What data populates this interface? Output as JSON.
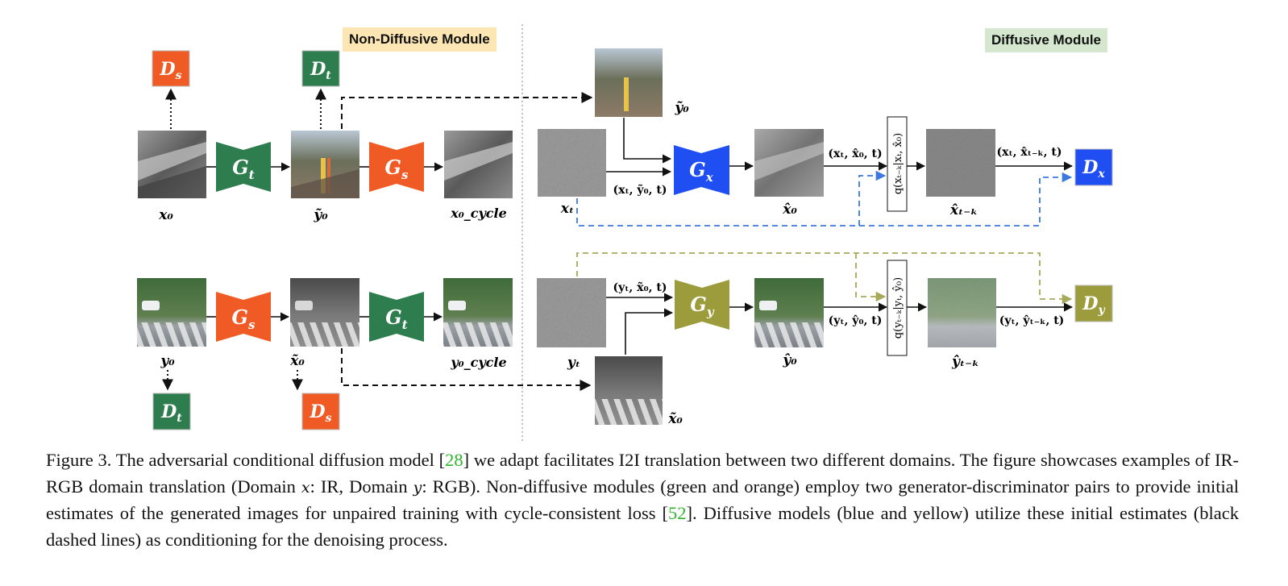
{
  "headers": {
    "non_diffusive": "Non-Diffusive Module",
    "diffusive": "Diffusive Module"
  },
  "colors": {
    "green": "#2e7d4f",
    "orange": "#f05a24",
    "blue": "#1f4ff2",
    "olive": "#9c9c3c",
    "non_diffusive_bg": "#fbe6b4",
    "diffusive_bg": "#d5e8cf",
    "blue_dash": "#3b78e0",
    "olive_dash": "#a8aa5a"
  },
  "generators": {
    "gt": "G",
    "gt_sub": "t",
    "gs": "G",
    "gs_sub": "s",
    "gx": "G",
    "gx_sub": "x",
    "gy": "G",
    "gy_sub": "y"
  },
  "discriminators": {
    "ds": "D",
    "ds_sub": "s",
    "dt": "D",
    "dt_sub": "t",
    "dx": "D",
    "dx_sub": "x",
    "dy": "D",
    "dy_sub": "y"
  },
  "labels": {
    "x0": "x₀",
    "y0_tilde": "ỹ₀",
    "x0_cycle": "x₀_cycle",
    "y0": "y₀",
    "x0_tilde": "x̃₀",
    "y0_cycle": "y₀_cycle",
    "xt": "xₜ",
    "yt": "yₜ",
    "x0_hat": "x̂₀",
    "y0_hat": "ŷ₀",
    "xtk_hat": "x̂ₜ₋ₖ",
    "ytk_hat": "ŷₜ₋ₖ",
    "y0_tilde_side": "ỹ₀",
    "x0_tilde_side": "x̃₀",
    "tuple_x_in": "(xₜ, ỹ₀, t)",
    "tuple_x_mid": "(xₜ, x̂₀, t)",
    "tuple_x_out": "(xₜ, x̂ₜ₋ₖ, t)",
    "tuple_y_in": "(yₜ, x̃₀, t)",
    "tuple_y_mid": "(yₜ, ŷ₀, t)",
    "tuple_y_out": "(yₜ, ŷₜ₋ₖ, t)",
    "q_x": "q(xₜ₋ₖ|xₜ, x̂₀)",
    "q_y": "q(yₜ₋ₖ|yₜ, ŷ₀)"
  },
  "caption": {
    "p1": "Figure 3. The adversarial conditional diffusion model [",
    "ref1": "28",
    "p2": "] we adapt facilitates I2I translation between two different domains. The figure showcases examples of IR-RGB domain translation (Domain ",
    "var_x": "x",
    "p3": ": IR, Domain ",
    "var_y": "y",
    "p4": ": RGB). Non-diffusive modules (green and orange) employ two generator-discriminator pairs to provide initial estimates of the generated images for unpaired training with cycle-consistent loss [",
    "ref2": "52",
    "p5": "]. Diffusive models (blue and yellow) utilize these initial estimates (black dashed lines) as conditioning for the denoising process."
  }
}
